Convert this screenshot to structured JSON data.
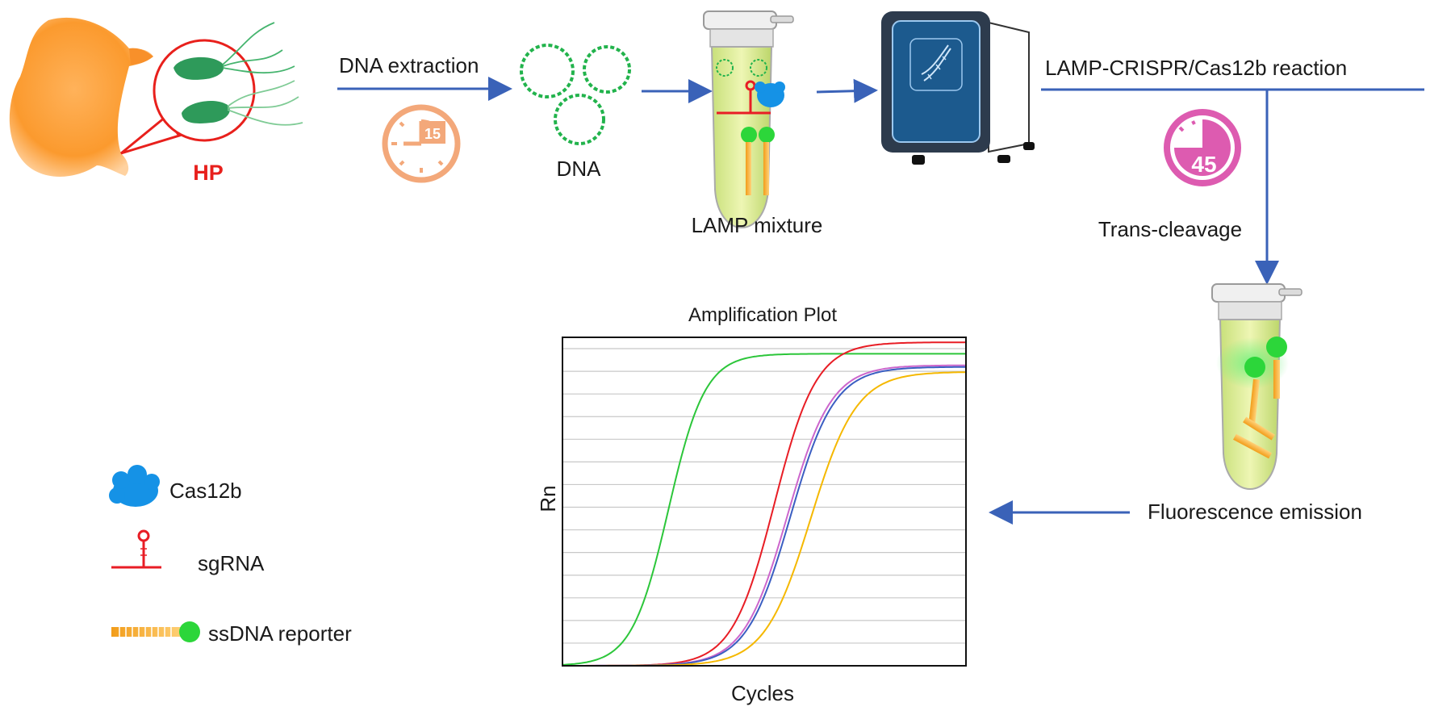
{
  "labels": {
    "hp": "HP",
    "dna_extraction": "DNA extraction",
    "dna": "DNA",
    "lamp_mixture": "LAMP mixture",
    "reaction": "LAMP-CRISPR/Cas12b reaction",
    "trans_cleavage": "Trans-cleavage",
    "fluorescence": "Fluorescence emission"
  },
  "timers": {
    "extraction": "15",
    "reaction": "45"
  },
  "legend": {
    "items": [
      {
        "label": "Cas12b",
        "icon": "cas12b-icon"
      },
      {
        "label": "sgRNA",
        "icon": "sgrna-icon"
      },
      {
        "label": "ssDNA reporter",
        "icon": "ssdna-reporter-icon"
      }
    ]
  },
  "colors": {
    "arrow": "#3a62b8",
    "hp": "#e8201c",
    "timer_orange": "#f3a87a",
    "timer_pink": "#dd5bb0",
    "dna_green": "#22b34c",
    "cas12b_blue": "#1592e6",
    "instrument": "#1c5a8e"
  },
  "chart_data": {
    "type": "line",
    "title": "Amplification Plot",
    "xlabel": "Cycles",
    "ylabel": "Rn",
    "xlim": [
      0,
      40
    ],
    "ylim": [
      0,
      1
    ],
    "grid": "horizontal",
    "series": [
      {
        "color": "#2cc63a",
        "midpoint": 10.5,
        "steepness": 0.55,
        "plateau": 0.95
      },
      {
        "color": "#e81d25",
        "midpoint": 21.0,
        "steepness": 0.48,
        "plateau": 0.985
      },
      {
        "color": "#cc66cc",
        "midpoint": 22.3,
        "steepness": 0.46,
        "plateau": 0.915
      },
      {
        "color": "#3b5ec2",
        "midpoint": 22.6,
        "steepness": 0.46,
        "plateau": 0.91
      },
      {
        "color": "#f5b800",
        "midpoint": 24.6,
        "steepness": 0.44,
        "plateau": 0.895
      }
    ]
  }
}
